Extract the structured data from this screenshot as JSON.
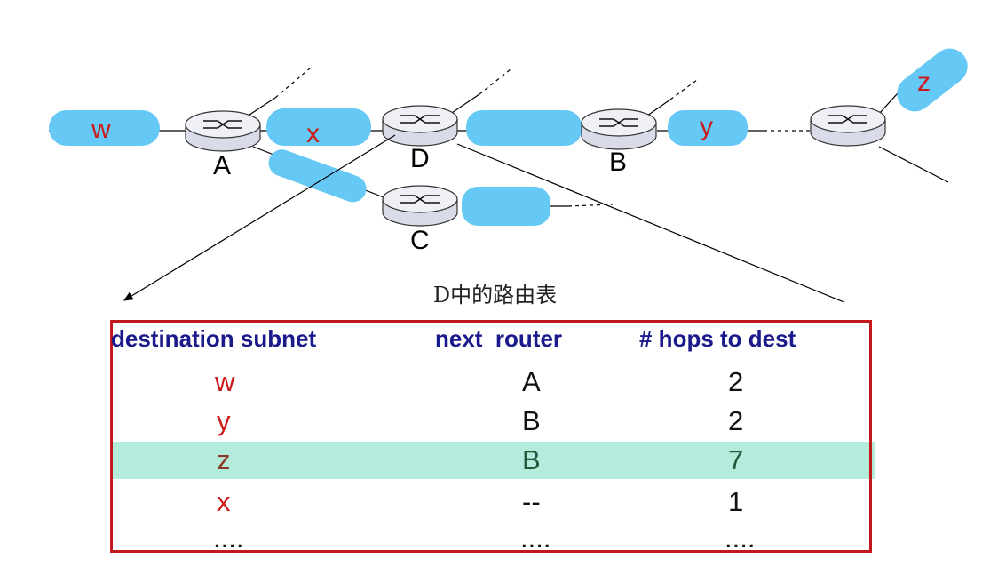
{
  "network": {
    "routers": [
      {
        "id": "A",
        "label": "A"
      },
      {
        "id": "D",
        "label": "D"
      },
      {
        "id": "B",
        "label": "B"
      },
      {
        "id": "C",
        "label": "C"
      },
      {
        "id": "E",
        "label": ""
      }
    ],
    "subnets": [
      "w",
      "x",
      "y",
      "z"
    ]
  },
  "table": {
    "title": "D中的路由表",
    "headers": [
      "destination subnet",
      "next  router",
      "# hops to dest"
    ],
    "rows": [
      {
        "dest": "w",
        "next": "A",
        "hops": "2",
        "highlight": false
      },
      {
        "dest": "y",
        "next": "B",
        "hops": "2",
        "highlight": false
      },
      {
        "dest": "z",
        "next": "B",
        "hops": "7",
        "highlight": true
      },
      {
        "dest": "x",
        "next": "--",
        "hops": "1",
        "highlight": false
      },
      {
        "dest": "....",
        "next": "....",
        "hops": "....",
        "highlight": false
      }
    ],
    "highlight_color": "#b3ecdc",
    "border_color": "#c0181c",
    "header_color": "#1a1a8c",
    "dest_color": "#cc1a1a"
  }
}
